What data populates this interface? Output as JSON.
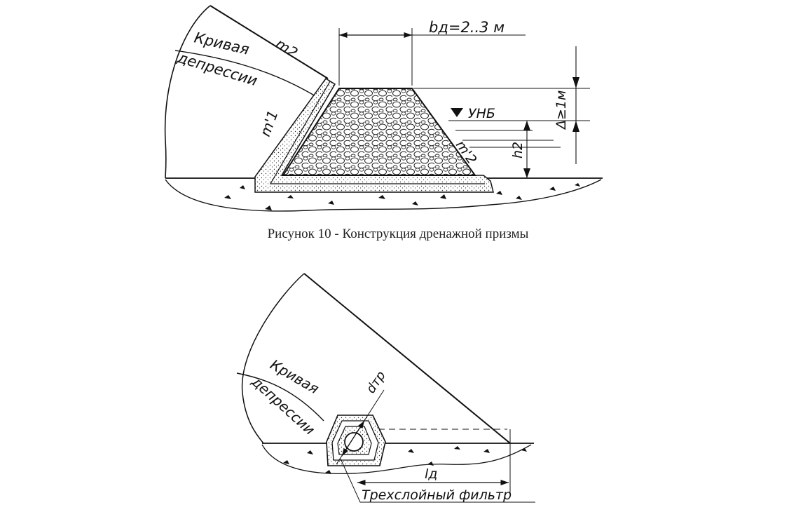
{
  "figure10": {
    "labels": {
      "curve_line1": "Кривая",
      "curve_line2": "депрессии",
      "m2_top": "m2",
      "m1": "m'1",
      "m2_slope": "m'2",
      "width": "bд=2..3 м",
      "water_level": "УНБ",
      "freeboard": "Δ≥1м",
      "depth": "h2"
    },
    "caption": "Рисунок 10 - Конструкция дренажной призмы"
  },
  "figure11": {
    "labels": {
      "curve_line1": "Кривая",
      "curve_line2": "депрессии",
      "pipe_diameter": "dтр",
      "length": "lд",
      "filter": "Трехслойный фильтр"
    }
  },
  "colors": {
    "ink": "#111111",
    "paper": "#ffffff"
  }
}
